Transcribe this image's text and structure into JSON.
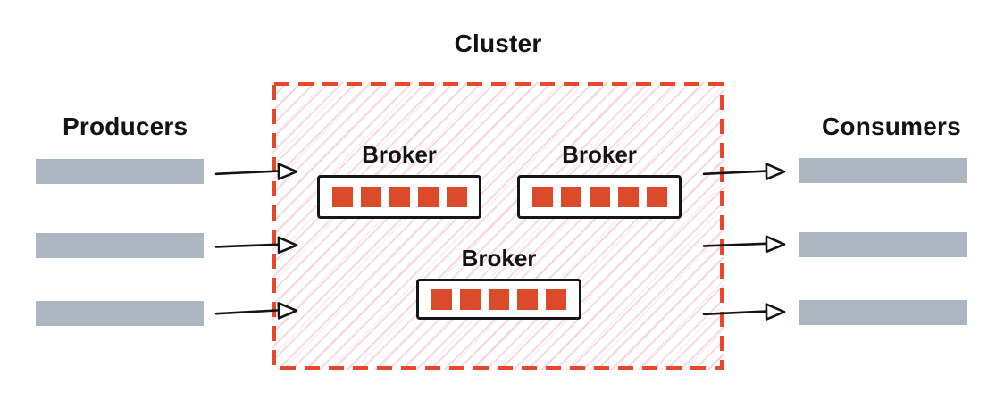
{
  "diagram": {
    "title": "Cluster",
    "producers": {
      "label": "Producers",
      "count": 3
    },
    "consumers": {
      "label": "Consumers",
      "count": 3
    },
    "brokers": [
      {
        "label": "Broker",
        "partition_count": 5
      },
      {
        "label": "Broker",
        "partition_count": 5
      },
      {
        "label": "Broker",
        "partition_count": 5
      }
    ],
    "colors": {
      "cluster_border_red": "#e8472b",
      "hatch_pink": "#f4b4bd",
      "partition_red": "#db4a2b",
      "bar_gray": "#abb6c1",
      "text_black": "#141414",
      "arrow_black": "#141414",
      "broker_fill": "#ffffff",
      "broker_border": "#161616"
    }
  }
}
